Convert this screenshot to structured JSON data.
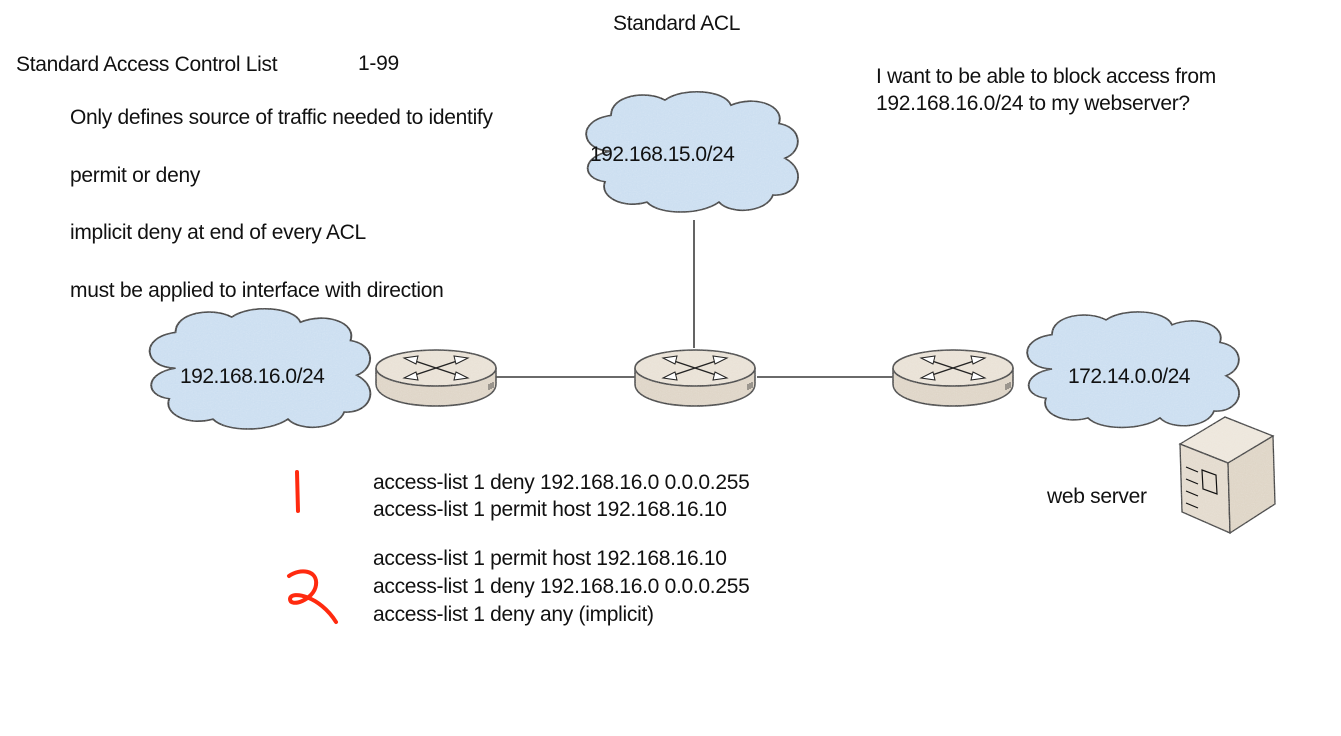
{
  "title": "Standard ACL",
  "heading": "Standard Access Control List",
  "range": "1-99",
  "bullets": [
    "Only defines source of traffic needed to identify",
    "permit or deny",
    "implicit deny at end of every ACL",
    "must be applied to interface with direction"
  ],
  "question": "I want to be able to block access from 192.168.16.0/24 to my webserver?",
  "networks": {
    "left": "192.168.16.0/24",
    "top": "192.168.15.0/24",
    "right": "172.14.0.0/24"
  },
  "devices": {
    "routers": [
      "router-left",
      "router-center",
      "router-right"
    ],
    "server_label": "web server"
  },
  "annotations": {
    "option1_marker": "1",
    "option2_marker": "2",
    "marker_color": "#ff2a0f"
  },
  "acl_option_1": [
    "access-list 1 deny 192.168.16.0 0.0.0.255",
    "access-list 1 permit host 192.168.16.10"
  ],
  "acl_option_2": [
    "access-list 1 permit host 192.168.16.10",
    "access-list 1 deny 192.168.16.0 0.0.0.255",
    "access-list 1 deny any (implicit)"
  ],
  "colors": {
    "cloud_fill": "#c9ddf0",
    "router_fill": "#e8e0d4",
    "server_fill": "#e6ddd0"
  }
}
